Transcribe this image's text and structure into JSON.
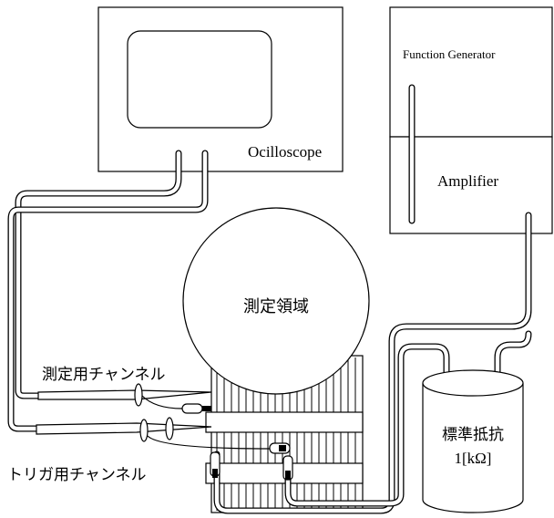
{
  "labels": {
    "oscilloscope": "Ocilloscope",
    "function_generator": "Function Generator",
    "amplifier": "Amplifier",
    "measurement_area": "測定領域",
    "measurement_channel": "測定用チャンネル",
    "trigger_channel": "トリガ用チャンネル",
    "standard_resistor_name": "標準抵抗",
    "standard_resistor_value": "1[kΩ]"
  }
}
